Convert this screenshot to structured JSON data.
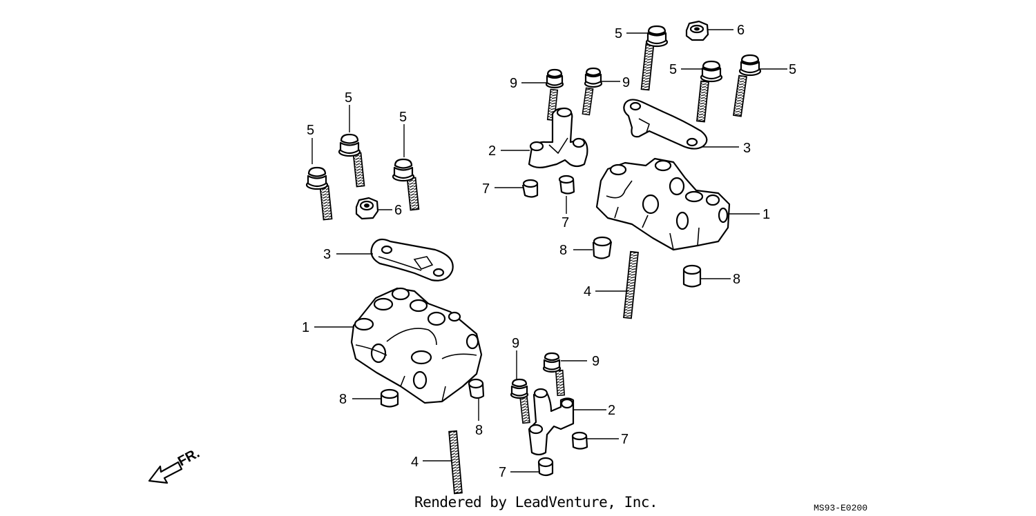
{
  "diagram": {
    "front_indicator": "FR.",
    "footer_credit": "Rendered by LeadVenture, Inc.",
    "diagram_code": "MS93-E0200",
    "callouts": {
      "c1a": "1",
      "c1b": "1",
      "c2a": "2",
      "c2b": "2",
      "c3a": "3",
      "c3b": "3",
      "c4a": "4",
      "c4b": "4",
      "c5a": "5",
      "c5b": "5",
      "c5c": "5",
      "c5d": "5",
      "c5e": "5",
      "c5f": "5",
      "c6a": "6",
      "c6b": "6",
      "c7a": "7",
      "c7b": "7",
      "c7c": "7",
      "c7d": "7",
      "c8a": "8",
      "c8b": "8",
      "c8c": "8",
      "c8d": "8",
      "c9a": "9",
      "c9b": "9",
      "c9c": "9",
      "c9d": "9"
    }
  }
}
